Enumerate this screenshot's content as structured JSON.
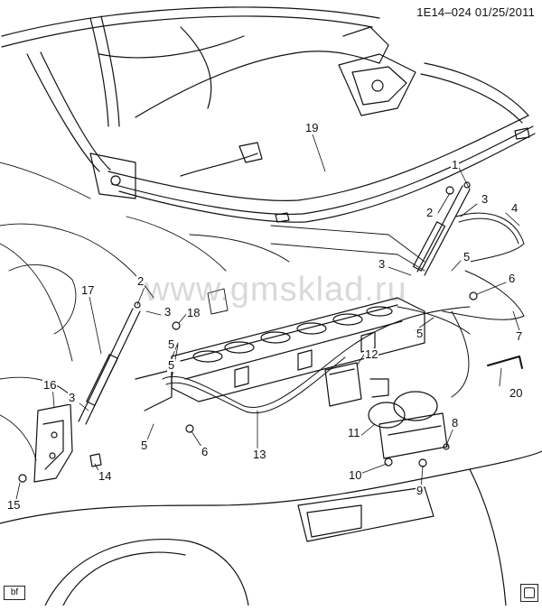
{
  "diagram": {
    "header_code": "1E14–024 01/25/2011",
    "corner_tag": "bf",
    "watermark": "www.gmsklad.ru",
    "callouts": [
      {
        "id": "c1",
        "label": "1"
      },
      {
        "id": "c2a",
        "label": "2"
      },
      {
        "id": "c2b",
        "label": "2"
      },
      {
        "id": "c3a",
        "label": "3"
      },
      {
        "id": "c3b",
        "label": "3"
      },
      {
        "id": "c3c",
        "label": "3"
      },
      {
        "id": "c3d",
        "label": "3"
      },
      {
        "id": "c4",
        "label": "4"
      },
      {
        "id": "c5a",
        "label": "5"
      },
      {
        "id": "c5b",
        "label": "5"
      },
      {
        "id": "c5c",
        "label": "5"
      },
      {
        "id": "c5d",
        "label": "5"
      },
      {
        "id": "c5e",
        "label": "5"
      },
      {
        "id": "c6a",
        "label": "6"
      },
      {
        "id": "c6b",
        "label": "6"
      },
      {
        "id": "c7",
        "label": "7"
      },
      {
        "id": "c8",
        "label": "8"
      },
      {
        "id": "c9",
        "label": "9"
      },
      {
        "id": "c10",
        "label": "10"
      },
      {
        "id": "c11",
        "label": "11"
      },
      {
        "id": "c12",
        "label": "12"
      },
      {
        "id": "c13",
        "label": "13"
      },
      {
        "id": "c14",
        "label": "14"
      },
      {
        "id": "c15",
        "label": "15"
      },
      {
        "id": "c16",
        "label": "16"
      },
      {
        "id": "c17",
        "label": "17"
      },
      {
        "id": "c18",
        "label": "18"
      },
      {
        "id": "c19",
        "label": "19"
      },
      {
        "id": "c20",
        "label": "20"
      }
    ]
  }
}
